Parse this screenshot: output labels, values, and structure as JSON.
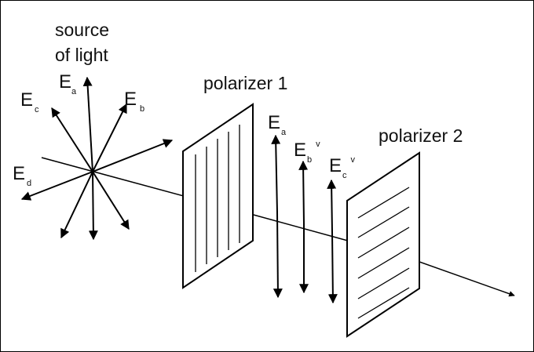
{
  "labels": {
    "source_line1": "source",
    "source_line2": "of light",
    "polarizer1": "polarizer 1",
    "polarizer2": "polarizer 2"
  },
  "vectors": {
    "source": [
      {
        "letter": "E",
        "sub": "a"
      },
      {
        "letter": "E",
        "sub": "b"
      },
      {
        "letter": "E",
        "sub": "c"
      },
      {
        "letter": "E",
        "sub": "d"
      }
    ],
    "after_polarizer1": [
      {
        "letter": "E",
        "sub": "a",
        "sup": ""
      },
      {
        "letter": "E",
        "sub": "b",
        "sup": "v"
      },
      {
        "letter": "E",
        "sub": "c",
        "sup": "v"
      }
    ]
  }
}
